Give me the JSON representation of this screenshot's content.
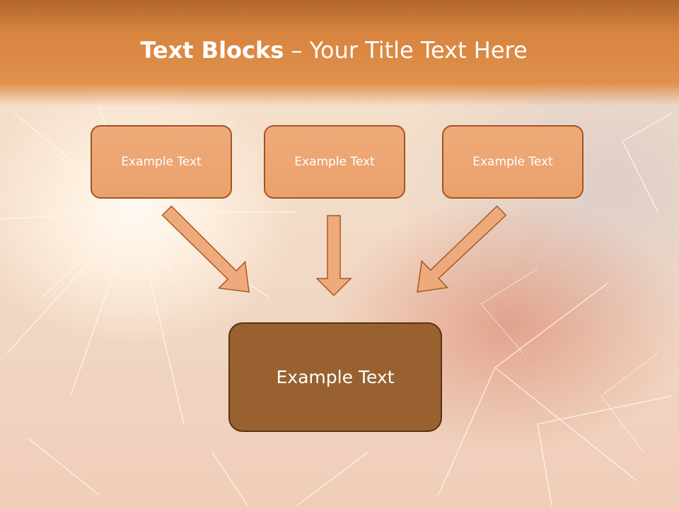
{
  "slide": {
    "title_bold": "Text Blocks",
    "title_dash": " – ",
    "title_rest": "Your Title Text Here"
  },
  "blocks": {
    "left": "Example Text",
    "middle": "Example Text",
    "right": "Example Text",
    "result": "Example Text"
  },
  "colors": {
    "title_bar": "#e0904b",
    "small_block_fill": "#eaa16c",
    "small_block_border": "#9e5626",
    "result_block_fill": "#98612f",
    "result_block_border": "#5a3213",
    "arrow_fill": "#eeaa7a",
    "arrow_stroke": "#a3592a"
  }
}
